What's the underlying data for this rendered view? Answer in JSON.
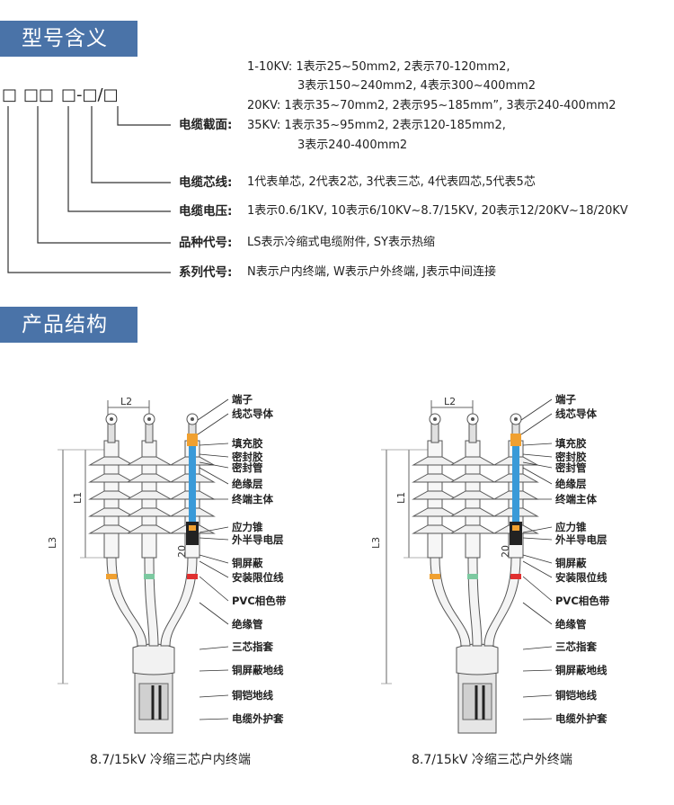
{
  "section1_title": "型号含义",
  "section2_title": "产品结构",
  "code": {
    "boxes": [
      "□",
      "□□",
      "□-□/□"
    ]
  },
  "meaning": {
    "cable_section": {
      "label": "电缆截面:",
      "lines": [
        "1-10KV: 1表示25~50mm2, 2表示70-120mm2,",
        "3表示150~240mm2, 4表示300~400mm2",
        "20KV:   1表示35~70mm2, 2表示95~185mm”, 3表示240-400mm2",
        "35KV:   1表示35~95mm2, 2表示120-185mm2,",
        "3表示240-400mm2"
      ]
    },
    "cores": {
      "label": "电缆芯线:",
      "text": "1代表单芯, 2代表2芯, 3代表三芯, 4代表四芯,5代表5芯"
    },
    "voltage": {
      "label": "电缆电压:",
      "text": "1表示0.6/1KV, 10表示6/10KV~8.7/15KV, 20表示12/20KV~18/20KV"
    },
    "variety": {
      "label": "品种代号:",
      "text": "LS表示冷缩式电缆附件, SY表示热缩"
    },
    "series": {
      "label": "系列代号:",
      "text": "N表示户内终端, W表示户外终端, J表示中间连接"
    }
  },
  "diagrams": [
    {
      "caption": "8.7/15kV 冷缩三芯户内终端",
      "dims": {
        "L1": "L1",
        "L2": "L2",
        "L3": "L3",
        "d20": "20"
      },
      "parts": [
        "端子",
        "线芯导体",
        "填充胶",
        "密封胶",
        "密封管",
        "绝缘层",
        "终端主体",
        "应力锥",
        "外半导电层",
        "铜屏蔽",
        "安装限位线",
        "PVC相色带",
        "绝缘管",
        "三芯指套",
        "铜屏蔽地线",
        "铜铠地线",
        "电缆外护套"
      ]
    },
    {
      "caption": "8.7/15kV 冷缩三芯户外终端",
      "dims": {
        "L1": "L1",
        "L2": "L2",
        "L3": "L3",
        "d20": "20"
      },
      "parts": [
        "端子",
        "线芯导体",
        "填充胶",
        "密封胶",
        "密封管",
        "绝缘层",
        "终端主体",
        "应力锥",
        "外半导电层",
        "铜屏蔽",
        "安装限位线",
        "PVC相色带",
        "绝缘管",
        "三芯指套",
        "铜屏蔽地线",
        "铜铠地线",
        "电缆外护套"
      ]
    }
  ],
  "colors": {
    "header_bg": "#4a73a8",
    "conductor_blue": "#3a9ad8",
    "filler_orange": "#f0a030",
    "phase_yellow": "#f0a030",
    "phase_green": "#7cc9a0",
    "phase_red": "#e03030"
  }
}
